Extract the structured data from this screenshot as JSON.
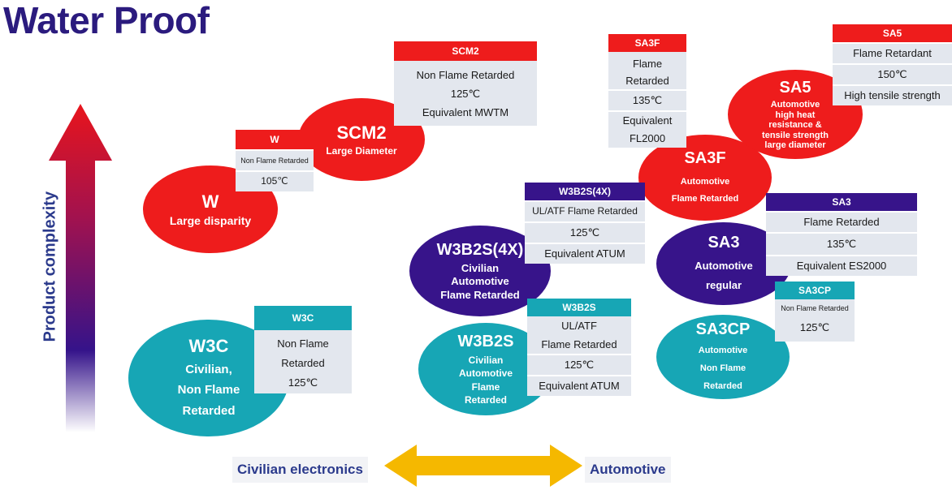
{
  "title": "Water Proof",
  "y_axis_label": "Product  complexity",
  "x_axis": {
    "left": "Civilian electronics",
    "right": "Automotive"
  },
  "products": {
    "w": {
      "name": "W",
      "desc": "Large disparity",
      "card": {
        "header": "W",
        "rows": [
          "Non Flame Retarded",
          "105℃"
        ]
      }
    },
    "scm2": {
      "name": "SCM2",
      "desc": "Large Diameter",
      "card": {
        "header": "SCM2",
        "rows": [
          "Non Flame Retarded",
          "125℃",
          "Equivalent  MWTM"
        ]
      }
    },
    "w3c": {
      "name": "W3C",
      "desc": [
        "Civilian,",
        "Non Flame",
        "Retarded"
      ],
      "card": {
        "header": "W3C",
        "rows": [
          "Non Flame",
          "Retarded",
          "125℃"
        ]
      }
    },
    "w3b2s4x": {
      "name": "W3B2S(4X)",
      "desc": [
        "Civilian",
        "Automotive",
        "Flame Retarded"
      ],
      "card": {
        "header": "W3B2S(4X)",
        "rows": [
          "UL/ATF Flame Retarded",
          "125℃",
          "Equivalent ATUM"
        ]
      }
    },
    "w3b2s": {
      "name": "W3B2S",
      "desc": [
        "Civilian",
        "Automotive",
        "Flame",
        "Retarded"
      ],
      "card": {
        "header": "W3B2S",
        "rows": [
          "UL/ATF",
          "Flame Retarded",
          "125℃",
          "Equivalent ATUM"
        ]
      }
    },
    "sa3f": {
      "name": "SA3F",
      "desc": [
        "Automotive",
        "Flame Retarded"
      ],
      "card": {
        "header": "SA3F",
        "rows": [
          "Flame",
          "Retarded",
          "135℃",
          "Equivalent",
          "FL2000"
        ]
      }
    },
    "sa5": {
      "name": "SA5",
      "desc": [
        "Automotive",
        "high heat",
        "resistance &",
        "tensile strength",
        "large diameter"
      ],
      "card": {
        "header": "SA5",
        "rows": [
          "Flame Retardant",
          "150℃",
          "High tensile strength"
        ]
      }
    },
    "sa3": {
      "name": "SA3",
      "desc": [
        "Automotive",
        "regular"
      ],
      "card": {
        "header": "SA3",
        "rows": [
          "Flame Retarded",
          "135℃",
          "Equivalent ES2000"
        ]
      }
    },
    "sa3cp": {
      "name": "SA3CP",
      "desc": [
        "Automotive",
        "Non Flame",
        "Retarded"
      ],
      "card": {
        "header": "SA3CP",
        "rows": [
          "Non Flame Retarded",
          "125℃"
        ]
      }
    }
  },
  "colors": {
    "red": "#ee1c1c",
    "purple": "#37148a",
    "teal": "#17a6b5",
    "title": "#2b1b7e",
    "arrow_yellow": "#f5b800"
  }
}
